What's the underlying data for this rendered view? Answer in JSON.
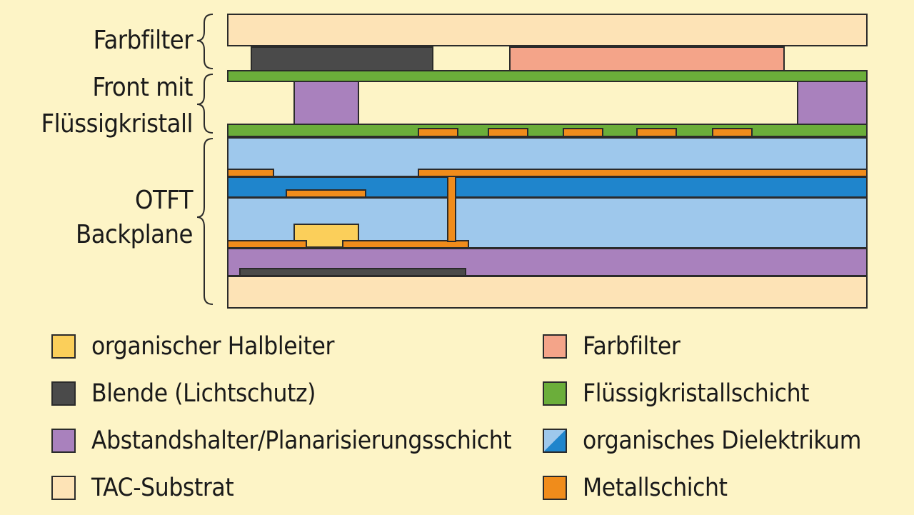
{
  "group_labels": {
    "color_filter": "Farbfilter",
    "front_line1": "Front mit",
    "front_line2": "Flüssigkristall",
    "otft_line1": "OTFT",
    "otft_line2": "Backplane"
  },
  "legend": {
    "left": [
      {
        "label": "organischer Halbleiter",
        "color": "#fbcf5a"
      },
      {
        "label": "Blende (Lichtschutz)",
        "color": "#4a4a4a"
      },
      {
        "label": "Abstandshalter/Planarisierungsschicht",
        "color": "#a981bd"
      },
      {
        "label": "TAC-Substrat",
        "color": "#fde3b6"
      }
    ],
    "right": [
      {
        "label": "Farbfilter",
        "color": "#f4a489"
      },
      {
        "label": "Flüssigkristallschicht",
        "color": "#6bae3a"
      },
      {
        "label": "organisches Dielektrikum",
        "color": "#9ec8ec",
        "color2": "#1f85cc"
      },
      {
        "label": "Metallschicht",
        "color": "#f08c1b"
      }
    ]
  }
}
